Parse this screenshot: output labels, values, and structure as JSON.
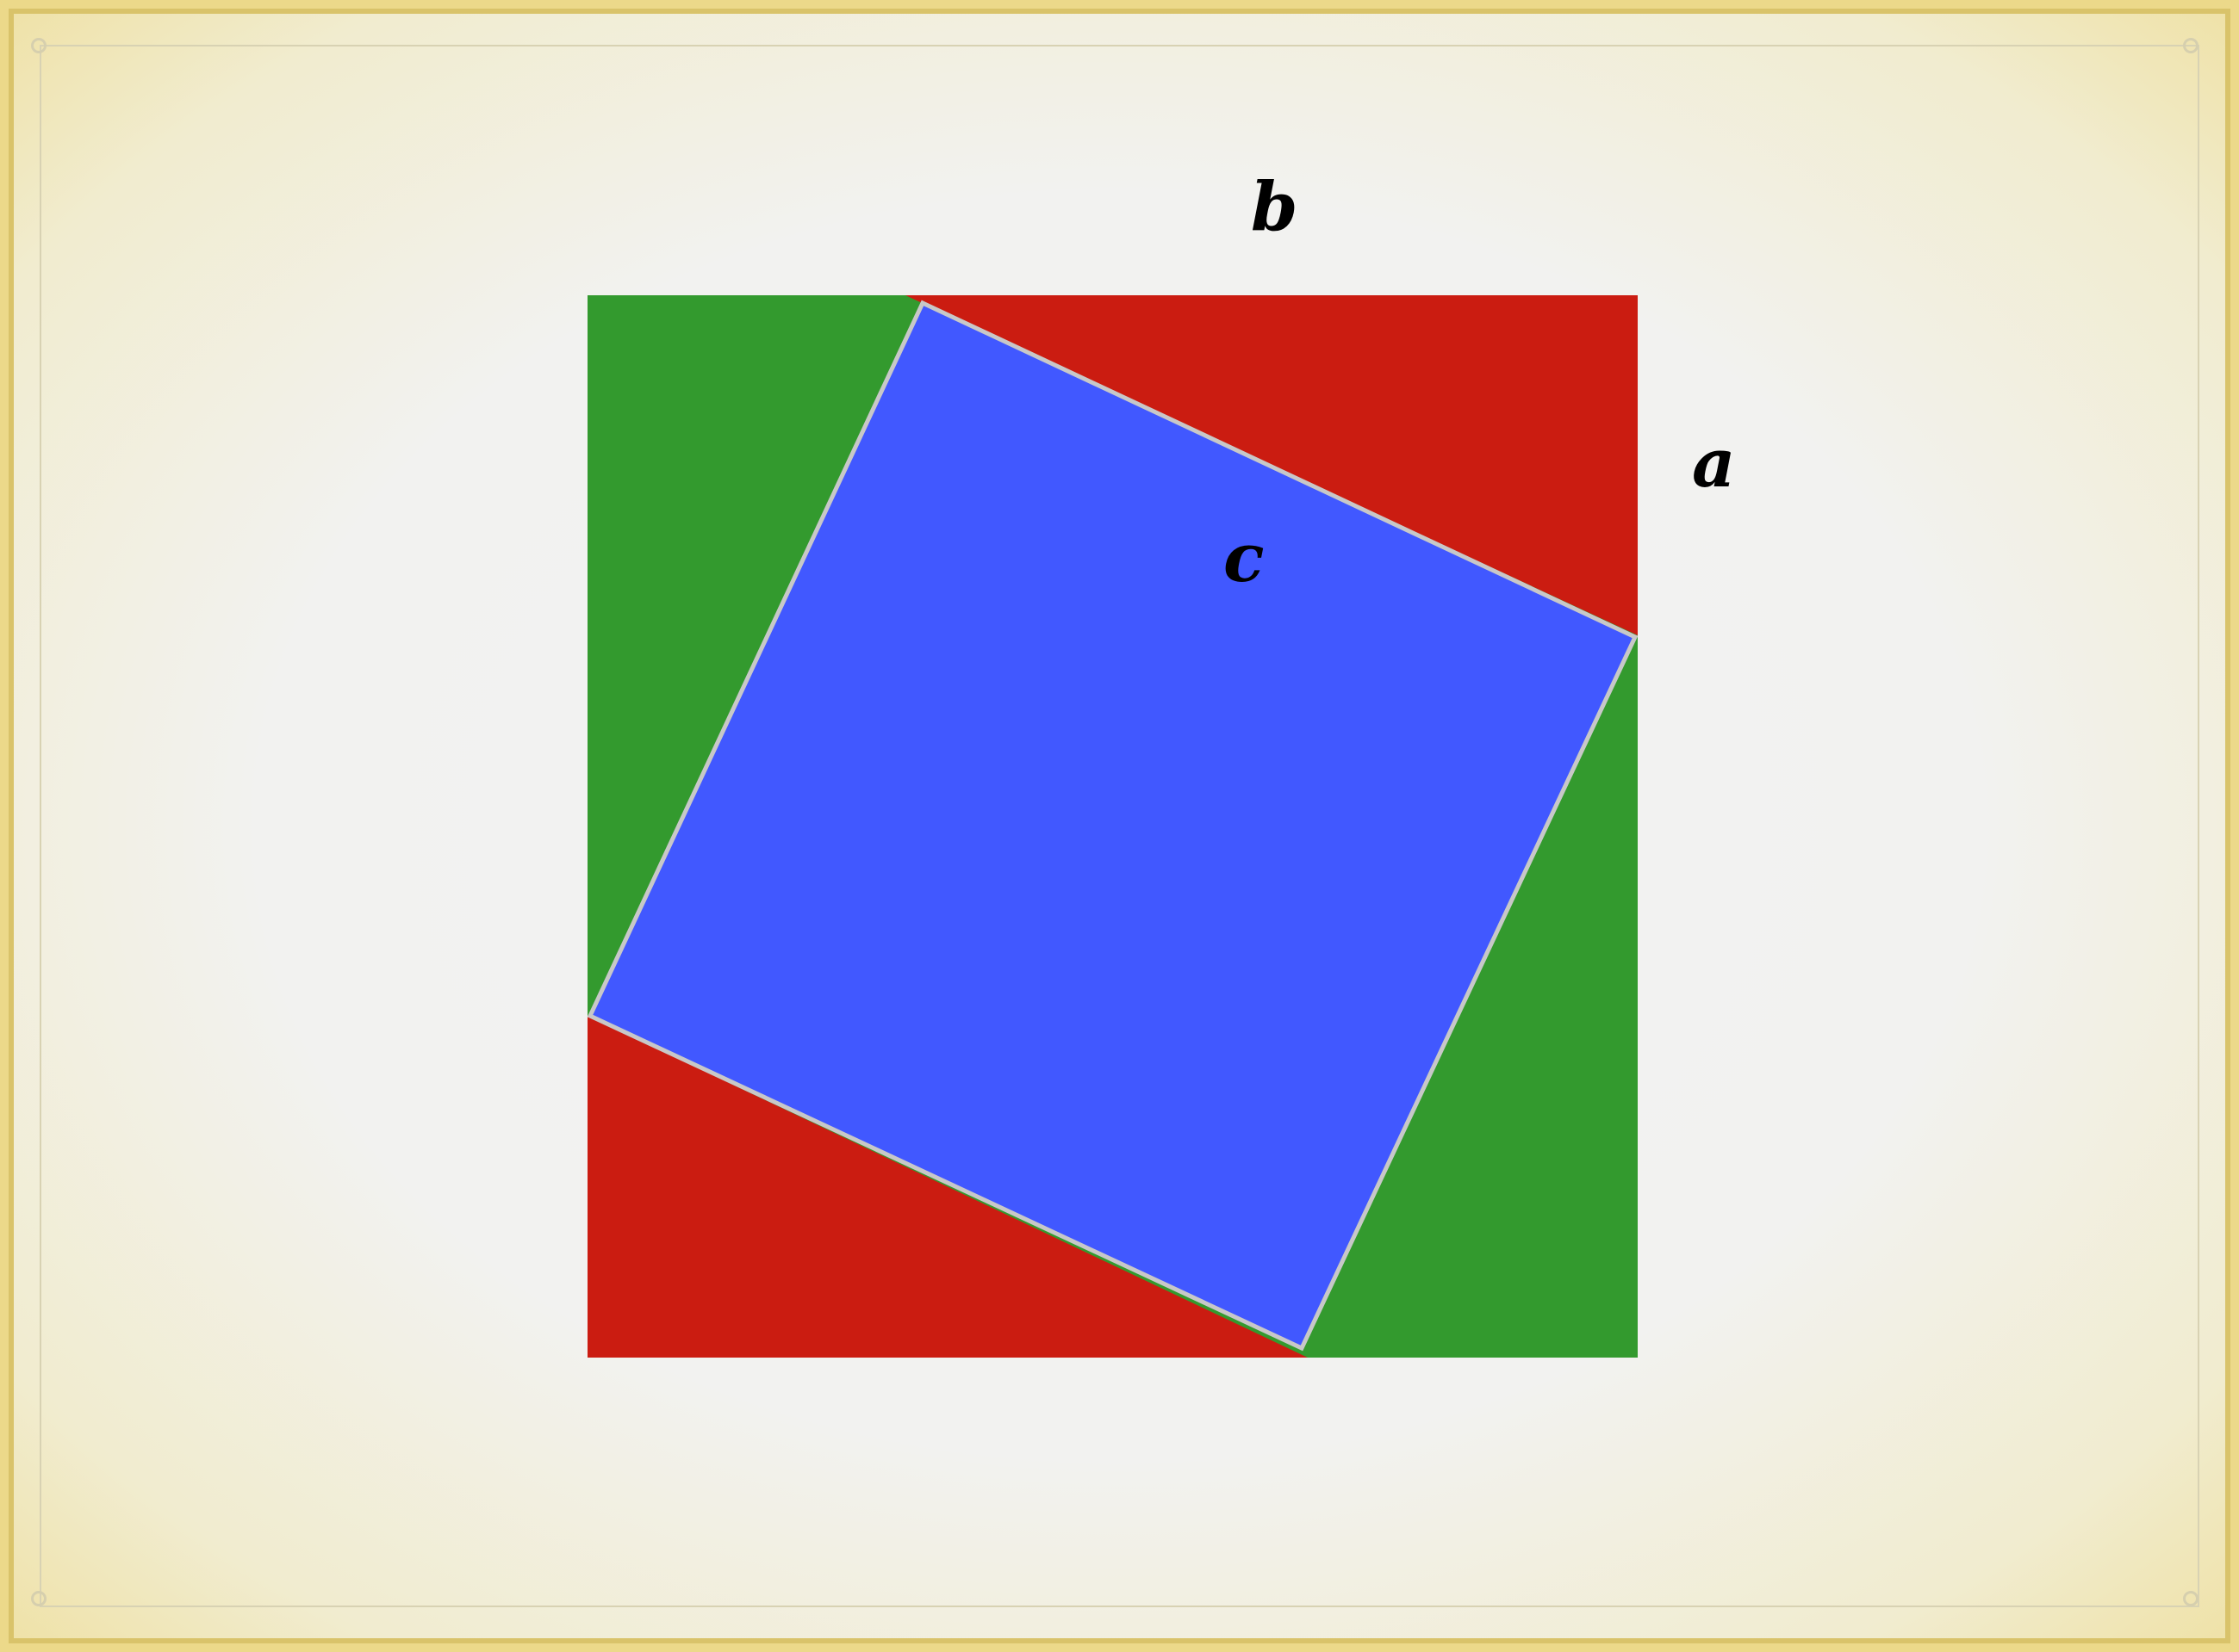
{
  "labels": {
    "b": "b",
    "a": "a",
    "c": "c"
  },
  "colors": {
    "frame_gold": "#ecd98a",
    "background": "#f2f2f2",
    "outer_triangles_green": "#339a2e",
    "outer_triangles_red": "#cb1c11",
    "inner_square_blue": "#4158ff",
    "inner_square_outline": "#c8c8c8"
  }
}
